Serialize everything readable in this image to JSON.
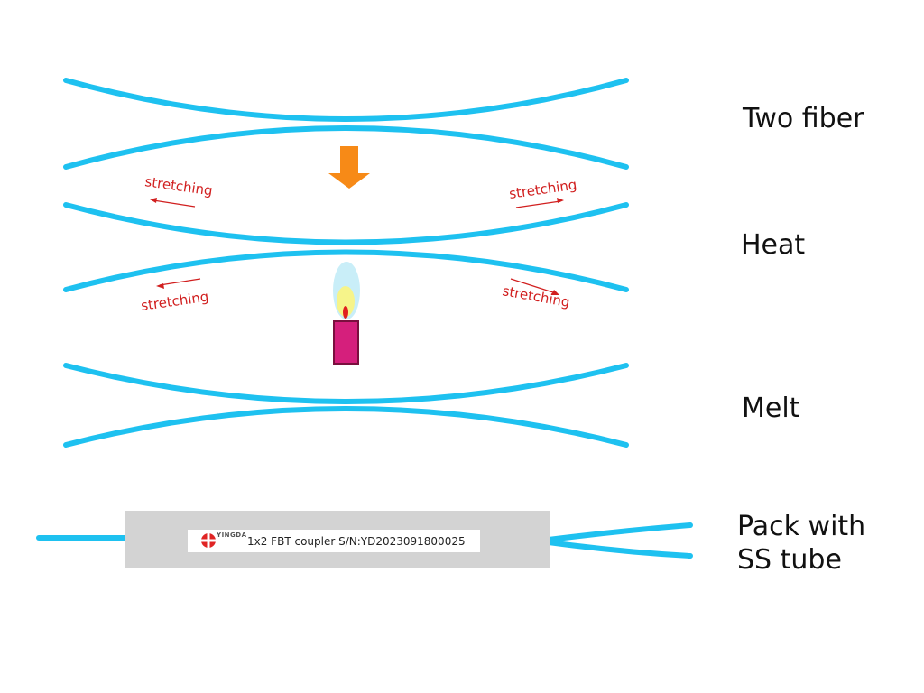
{
  "colors": {
    "fiber": "#1ec1f0",
    "arrow": "#f78a17",
    "stretch_text": "#d11f1f",
    "tube": "#d3d3d3",
    "candle": "#d51f7c",
    "flame_outer": "#c9eef8",
    "flame_inner": "#f6f48a",
    "flame_core": "#e01f1f"
  },
  "stages": {
    "two_fiber": "Two fiber",
    "heat": "Heat",
    "melt": "Melt",
    "pack_line1": "Pack with",
    "pack_line2": "SS tube"
  },
  "stretch_labels": {
    "top_left": "stretching",
    "top_right": "stretching",
    "bottom_left": "stretching",
    "bottom_right": "stretching"
  },
  "icons": {
    "down_arrow": "down-arrow-icon",
    "candle": "candle-icon",
    "logo": "yingda-logo-icon"
  },
  "product_label": {
    "brand": "YINGDA",
    "text": "1x2 FBT coupler S/N:YD2023091800025"
  }
}
